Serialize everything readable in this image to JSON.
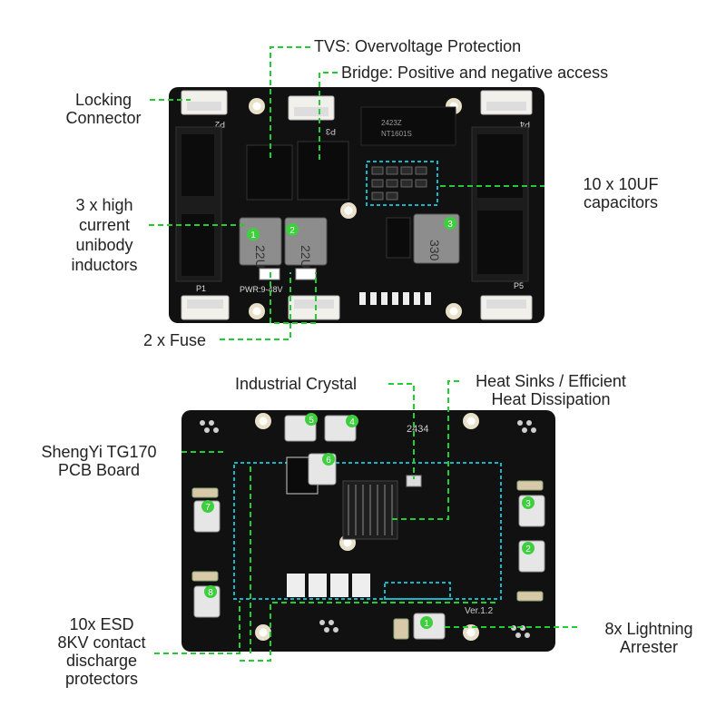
{
  "colors": {
    "pcb": "#111111",
    "guide": "#22cc33",
    "highlight": "#18b4c8",
    "badge": "#3ecf3e",
    "silk": "#dddddd"
  },
  "top_labels": {
    "tvs": "TVS: Overvoltage Protection",
    "bridge": "Bridge: Positive and negative access",
    "locking_1": "Locking",
    "locking_2": "Connector",
    "caps_1": "10 x 10UF",
    "caps_2": "capacitors",
    "inductors_1": "3 x high",
    "inductors_2": "current",
    "inductors_3": "unibody",
    "inductors_4": "inductors",
    "fuse": "2 x Fuse"
  },
  "bottom_labels": {
    "crystal": "Industrial Crystal",
    "heatsink_1": "Heat Sinks / Efficient",
    "heatsink_2": "Heat Dissipation",
    "pcb_1": "ShengYi TG170",
    "pcb_2": "PCB Board",
    "esd_1": "10x ESD",
    "esd_2": "8KV contact",
    "esd_3": "discharge",
    "esd_4": "protectors",
    "lightning_1": "8x Lightning",
    "lightning_2": "Arrester"
  },
  "top_board": {
    "connectors": [
      "P1",
      "P2",
      "P3",
      "P4",
      "P5"
    ],
    "inductor_marks": [
      "22U",
      "22U",
      "330"
    ],
    "inductor_badges": [
      "1",
      "2",
      "3"
    ],
    "chip_text_1": "2423Z",
    "chip_text_2": "NT1601S",
    "power_text": "PWR:9-48V"
  },
  "bottom_board": {
    "badges": [
      "1",
      "2",
      "3",
      "4",
      "5",
      "6",
      "7",
      "8"
    ],
    "date_code": "2434",
    "version": "Ver.1.2"
  }
}
